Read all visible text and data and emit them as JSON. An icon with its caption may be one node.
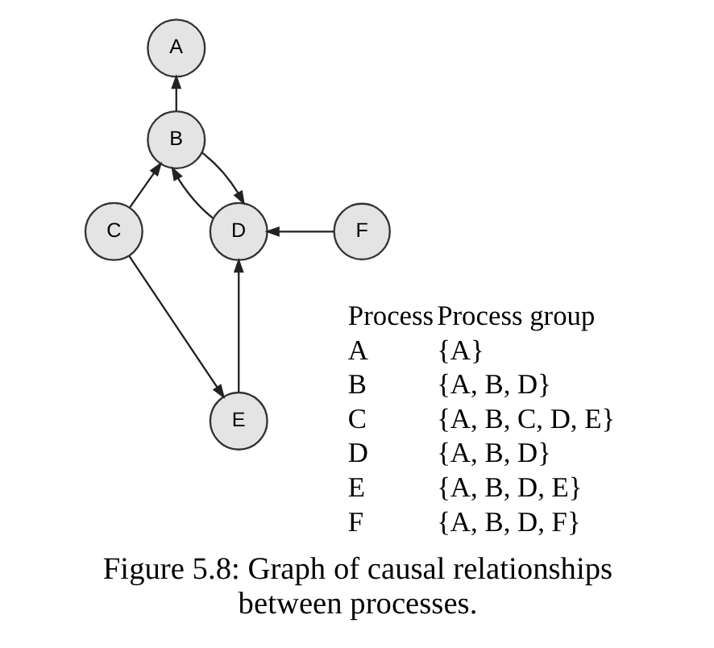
{
  "diagram": {
    "caption": "Figure 5.8: Graph of causal relationships between processes.",
    "nodes": [
      {
        "text": [
          "A"
        ]
      },
      {
        "text": [
          "B"
        ]
      },
      {
        "text": [
          "C"
        ]
      },
      {
        "text": [
          "D"
        ]
      },
      {
        "text": [
          "F"
        ]
      },
      {
        "text": [
          "E"
        ]
      }
    ],
    "edges": [
      {
        "from": 1,
        "to": 0,
        "arrow": "to"
      },
      {
        "from": 2,
        "to": 1,
        "arrow": "to"
      },
      {
        "from": 1,
        "to": 3,
        "arrow": "to"
      },
      {
        "from": 3,
        "to": 1,
        "arrow": "to"
      },
      {
        "from": 2,
        "to": 5,
        "arrow": "to"
      },
      {
        "from": 5,
        "to": 3,
        "arrow": "to"
      },
      {
        "from": 4,
        "to": 3,
        "arrow": "to"
      }
    ],
    "labels": [
      "Process",
      "Process group",
      "A",
      "{A}",
      "B",
      "{A, B, D}",
      "C",
      "{A, B, C, D, E}",
      "D",
      "{A, B, D}",
      "E",
      "{A, B, D, E}",
      "F",
      "{A, B, D, F}"
    ]
  }
}
